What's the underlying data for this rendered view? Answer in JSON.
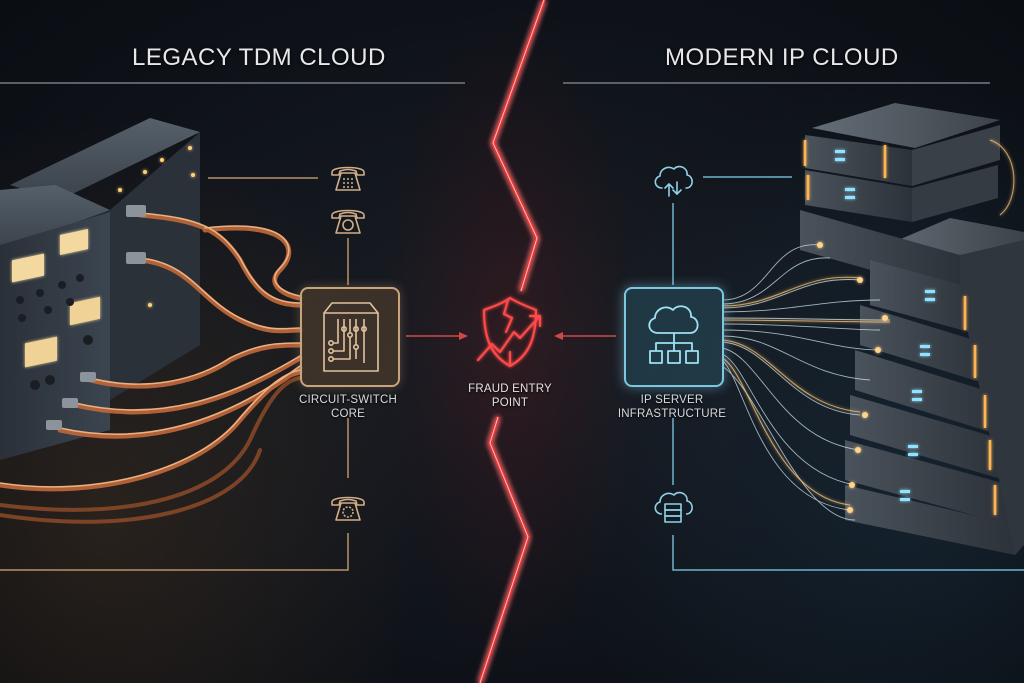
{
  "sections": {
    "left": {
      "title": "LEGACY TDM CLOUD",
      "accent": "#c9a47a"
    },
    "right": {
      "title": "MODERN IP CLOUD",
      "accent": "#7cc8e0"
    }
  },
  "nodes": {
    "legacy_core": {
      "label_line1": "CIRCUIT-SWITCH",
      "label_line2": "CORE",
      "icon": "circuit-board-box-icon"
    },
    "fraud": {
      "label_line1": "FRAUD ENTRY",
      "label_line2": "POINT",
      "icon": "broken-shield-rising-arrow-icon",
      "color": "#ff3b3b"
    },
    "ip_infra": {
      "label_line1": "IP SERVER",
      "label_line2": "INFRASTRUCTURE",
      "icon": "cloud-network-icon"
    }
  },
  "left_icons": [
    {
      "name": "telephone-keypad-icon"
    },
    {
      "name": "telephone-rotary-icon"
    },
    {
      "name": "telephone-rotary-icon"
    }
  ],
  "right_icons": [
    {
      "name": "cloud-sync-icon"
    },
    {
      "name": "cloud-server-icon"
    }
  ],
  "illustrations": {
    "left": "vintage telecom switch racks with copper cables",
    "right": "stacked rack servers with glowing fiber optic cables"
  }
}
